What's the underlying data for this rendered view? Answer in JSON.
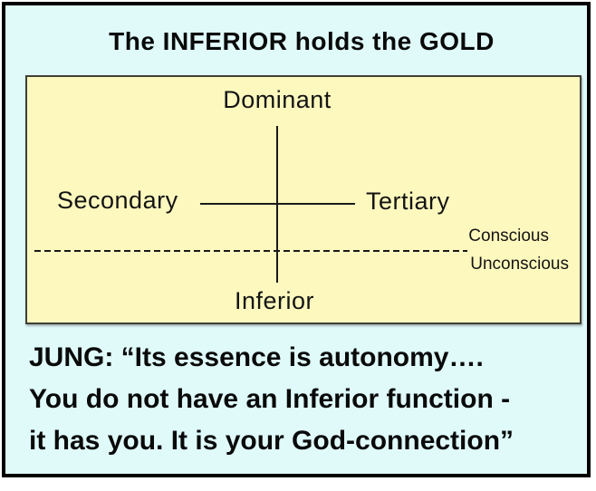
{
  "title": "The INFERIOR holds the GOLD",
  "colors": {
    "page_background": "#ffffff",
    "panel_background": "#e0fafa",
    "panel_border": "#000000",
    "diagram_background": "#fdf9be",
    "diagram_border": "#3f3f38",
    "line_color": "#1a1a1a",
    "text": "#0a0a0a"
  },
  "diagram": {
    "top_label": "Dominant",
    "left_label": "Secondary",
    "right_label": "Tertiary",
    "bottom_label": "Inferior",
    "conscious_label": "Conscious",
    "unconscious_label": "Unconscious"
  },
  "quote": {
    "lines": [
      "JUNG: “Its essence is autonomy….",
      "You do not have an Inferior function -",
      "it has you. It is your God-connection”"
    ]
  }
}
